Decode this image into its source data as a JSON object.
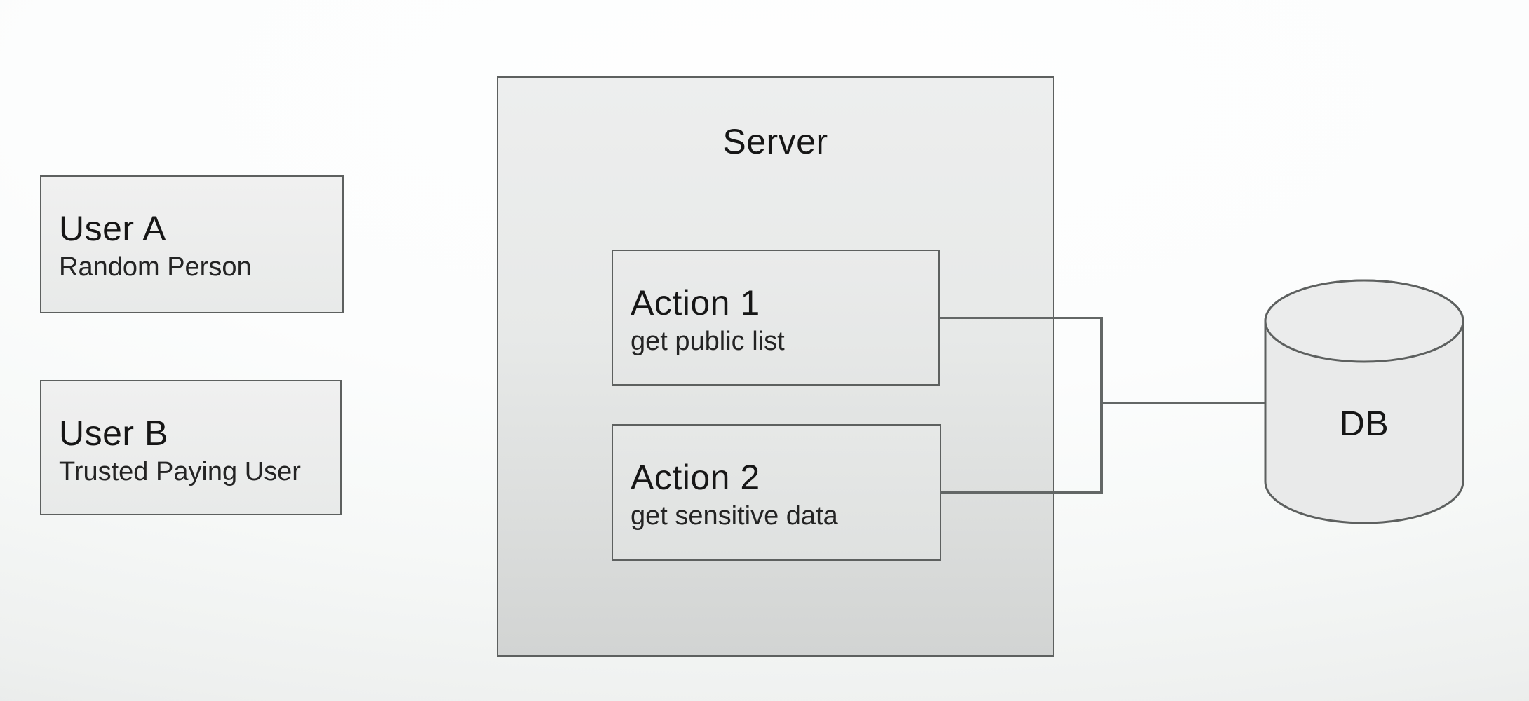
{
  "diagram": {
    "users": [
      {
        "title": "User A",
        "subtitle": "Random Person"
      },
      {
        "title": "User B",
        "subtitle": "Trusted Paying User"
      }
    ],
    "server": {
      "title": "Server",
      "actions": [
        {
          "title": "Action 1",
          "subtitle": "get public list"
        },
        {
          "title": "Action 2",
          "subtitle": "get sensitive data"
        }
      ]
    },
    "database": {
      "label": "DB"
    },
    "colors": {
      "box_border": "#5d605f",
      "box_fill": "#ececec",
      "server_fill_bottom": "#d2d4d3",
      "connector_line": "#636766",
      "text": "#1c1c1c",
      "background_top": "#fdfdfd",
      "background_bottom": "#d2d4d3"
    }
  }
}
